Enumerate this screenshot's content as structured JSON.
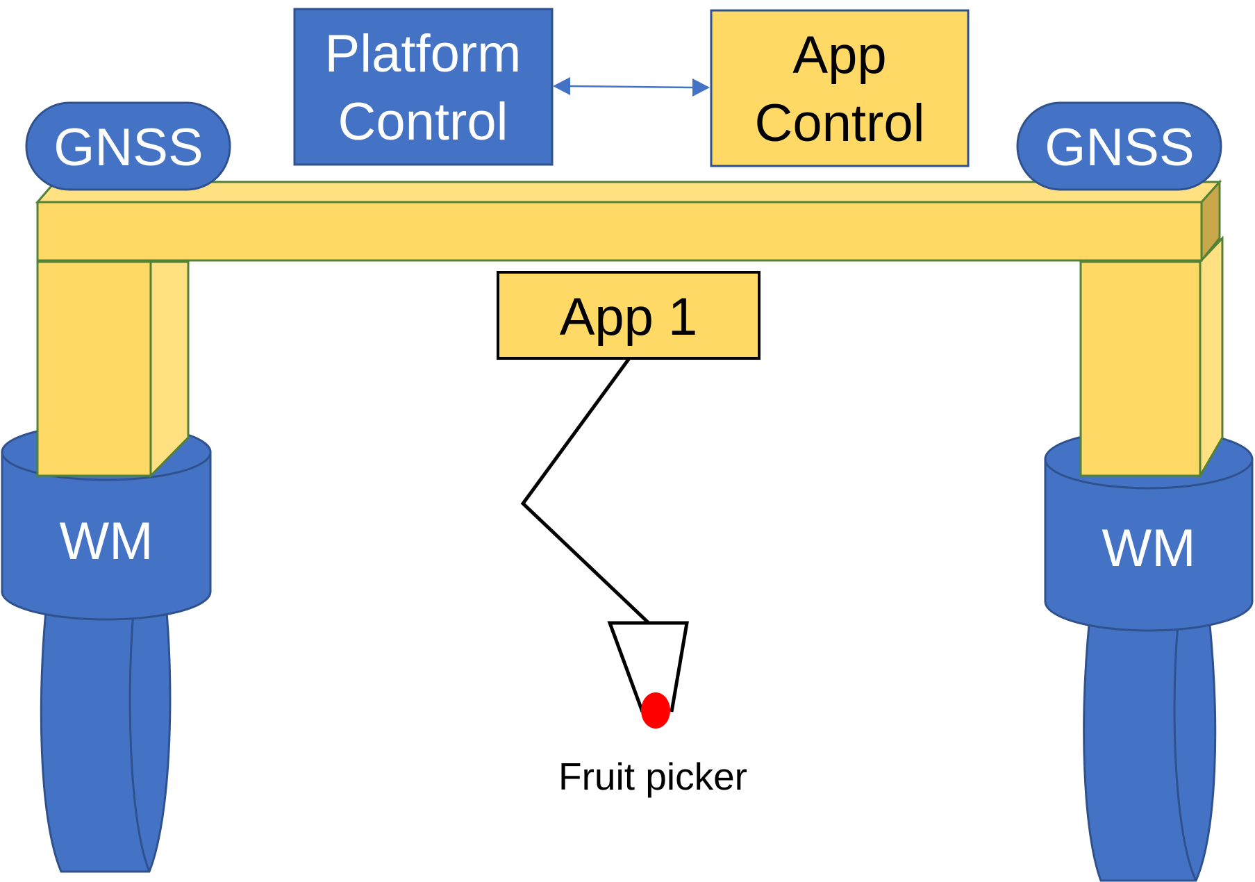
{
  "diagram": {
    "platform_control": {
      "line1": "Platform",
      "line2": "Control"
    },
    "app_control": {
      "line1": "App",
      "line2": "Control"
    },
    "gnss_left": "GNSS",
    "gnss_right": "GNSS",
    "wheel_module_left": "WM",
    "wheel_module_right": "WM",
    "app1": "App 1",
    "fruit_picker": "Fruit picker"
  },
  "colors": {
    "blue_fill": "#4472C4",
    "blue_outline": "#2F528F",
    "yellow_fill": "#FFD966",
    "yellow_outline": "#538135",
    "yellow_side": "#FFE182",
    "yellow_dark_side": "#C9A74B",
    "fruit_red": "#FF0000"
  }
}
